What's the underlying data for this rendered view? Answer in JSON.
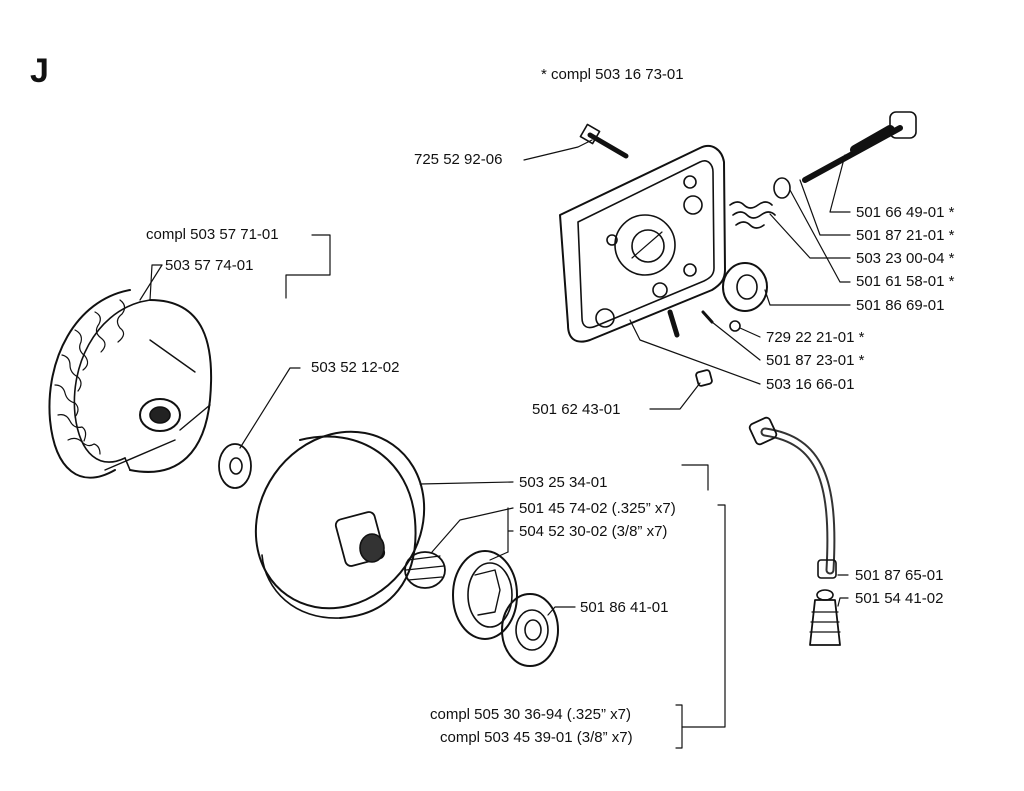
{
  "section_letter": "J",
  "header_note": "*  compl 503 16 73-01",
  "parts": {
    "bolt": "725 52 92-06",
    "clutch_compl": "compl 503 57 71-01",
    "clutch_spring": "503 57 74-01",
    "washer": "503 52 12-02",
    "pump_shaft": "501 66 49-01  *",
    "pump_ring": "501 87 21-01  *",
    "pump_spring": "503 23 00-04  *",
    "pump_nut": "501 61 58-01  *",
    "worm_gear": "501 86 69-01",
    "screw_a": "729 22 21-01  *",
    "screw_b": "501 87 23-01  *",
    "pump_body": "503 16 66-01",
    "nut": "501 62 43-01",
    "drum": "503 25 34-01",
    "sprocket_325": "501 45 74-02 (.325” x7)",
    "sprocket_38": "504 52 30-02 (3/8” x7)",
    "rim_washer": "501 86 41-01",
    "oil_hose": "501 87 65-01",
    "oil_filter": "501 54 41-02",
    "drum_compl_325": "compl 505 30 36-94 (.325” x7)",
    "drum_compl_38": "compl 503 45 39-01 (3/8” x7)"
  },
  "colors": {
    "ink": "#111111",
    "paper": "#ffffff",
    "shade": "#555555"
  }
}
